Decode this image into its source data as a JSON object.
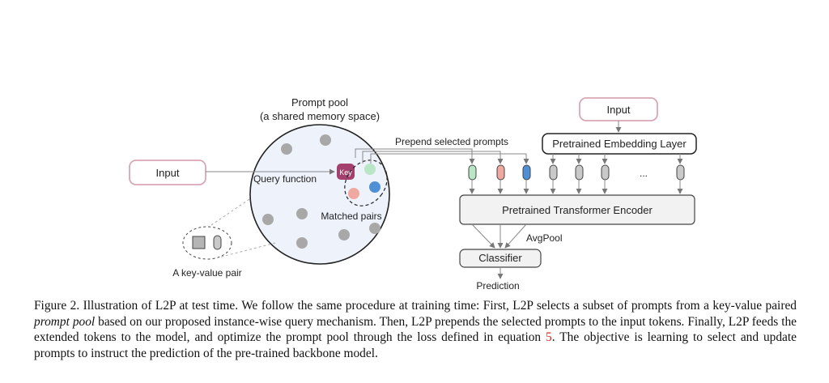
{
  "figure": {
    "prompt_pool_title": "Prompt pool",
    "prompt_pool_subtitle": "(a shared memory space)",
    "input_left": "Input",
    "query_function": "Query function",
    "key_label": "Key",
    "matched_pairs": "Matched pairs",
    "key_value_pair": "A key-value pair",
    "prepend_label": "Prepend selected prompts",
    "input_right": "Input",
    "embedding_layer": "Pretrained Embedding Layer",
    "ellipsis": "...",
    "transformer_encoder": "Pretrained Transformer Encoder",
    "avgpool": "AvgPool",
    "classifier": "Classifier",
    "prediction": "Prediction",
    "colors": {
      "box_border_pink": "#d9a7b4",
      "pool_fill": "#eef3fb",
      "key_fill": "#a4406e",
      "prompt_green": "#b9e6c4",
      "prompt_pink": "#f0a9a0",
      "prompt_blue": "#4f8fd6",
      "token_gray": "#c9c9c9",
      "encoder_fill": "#f2f2f2"
    }
  },
  "caption": {
    "part1": "Figure 2.  Illustration of L2P at test time.  We follow the same procedure at training time: First, L2P selects a subset of prompts from a key-value paired ",
    "italic": "prompt pool",
    "part2": " based on our proposed instance-wise query mechanism.  Then, L2P prepends the selected prompts to the input tokens.  Finally, L2P feeds the extended tokens to the model, and optimize the prompt pool through the loss defined in equation ",
    "ref": "5",
    "part3": ".  The objective is learning to select and update prompts to instruct the prediction of the pre-trained backbone model."
  }
}
